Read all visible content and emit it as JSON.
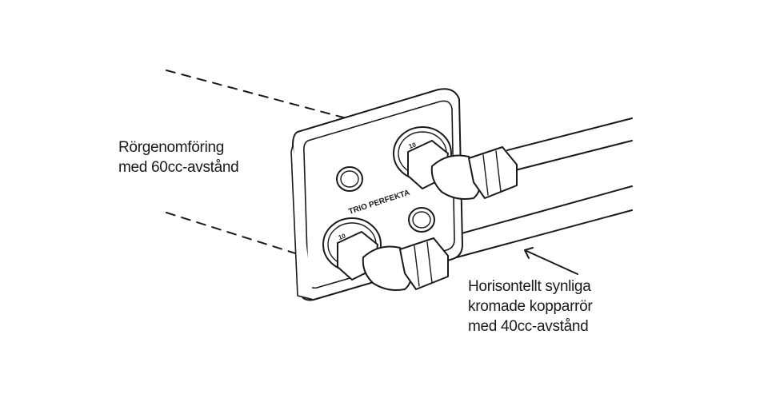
{
  "callouts": {
    "left": [
      "Rörgenomföring",
      "med 60cc-avstånd"
    ],
    "right": [
      "Horisontellt synliga",
      "kromade kopparrör",
      "med 40cc-avstånd"
    ]
  },
  "plate": {
    "brand": "TRIO PERFEKTA",
    "dial_labels": [
      "10",
      "10"
    ]
  },
  "colors": {
    "line": "#1a1a1a",
    "fill": "#ffffff"
  }
}
